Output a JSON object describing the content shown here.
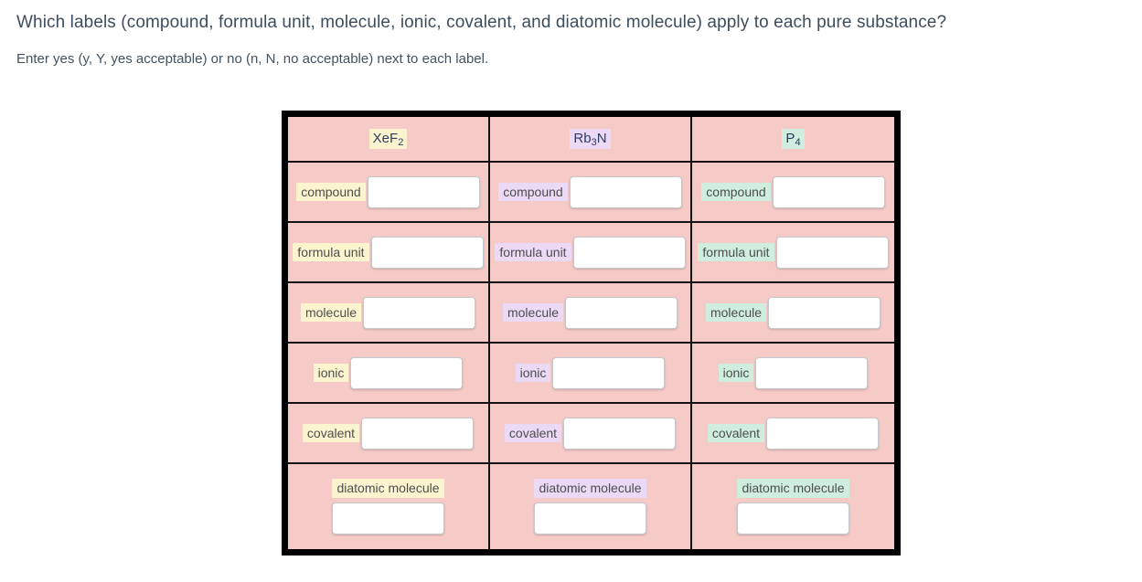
{
  "page": {
    "title": "Which labels (compound, formula unit, molecule, ionic, covalent, and diatomic molecule) apply to each pure substance?",
    "instructions": "Enter yes (y, Y, yes acceptable) or no (n, N, no acceptable) next to each label."
  },
  "colors": {
    "table_background": "#f6cbc7",
    "table_outer_border": "#000000",
    "table_grid_line": "#131313",
    "highlight_yellow": "#fcf4cf",
    "highlight_purple": "#ebd9f6",
    "highlight_green": "#cfeede",
    "formula_text": "#2b3c63",
    "label_text": "#4e4e4e",
    "title_text": "#3d4d5d",
    "input_border": "#c5c9cd"
  },
  "table": {
    "row_labels": [
      "compound",
      "formula unit",
      "molecule",
      "ionic",
      "covalent",
      "diatomic molecule"
    ],
    "input_value": "",
    "input_placeholder": "",
    "columns": [
      {
        "formula_base": "XeF",
        "formula_sub": "2",
        "formula_tail": "",
        "formula_plain": "XeF2",
        "highlight": "#fcf4cf"
      },
      {
        "formula_base": "Rb",
        "formula_sub": "3",
        "formula_tail": "N",
        "formula_plain": "Rb3N",
        "highlight": "#ebd9f6"
      },
      {
        "formula_base": "P",
        "formula_sub": "4",
        "formula_tail": "",
        "formula_plain": "P4",
        "highlight": "#cfeede"
      }
    ]
  }
}
